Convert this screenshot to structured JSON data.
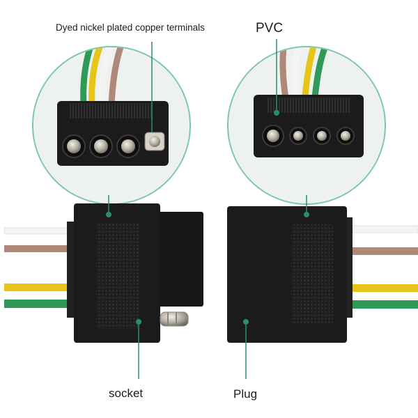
{
  "labels": {
    "terminals": "Dyed nickel plated copper terminals",
    "pvc": "PVC",
    "socket": "socket",
    "plug": "Plug"
  },
  "colors": {
    "accent_teal": "#2a8c70",
    "connector_body": "#1b1b1b",
    "wire_white": "#f4f4f4",
    "wire_brown": "#b08878",
    "wire_yellow": "#e7c419",
    "wire_green": "#2f9a57",
    "terminal_metal": "#c8c3ba"
  }
}
